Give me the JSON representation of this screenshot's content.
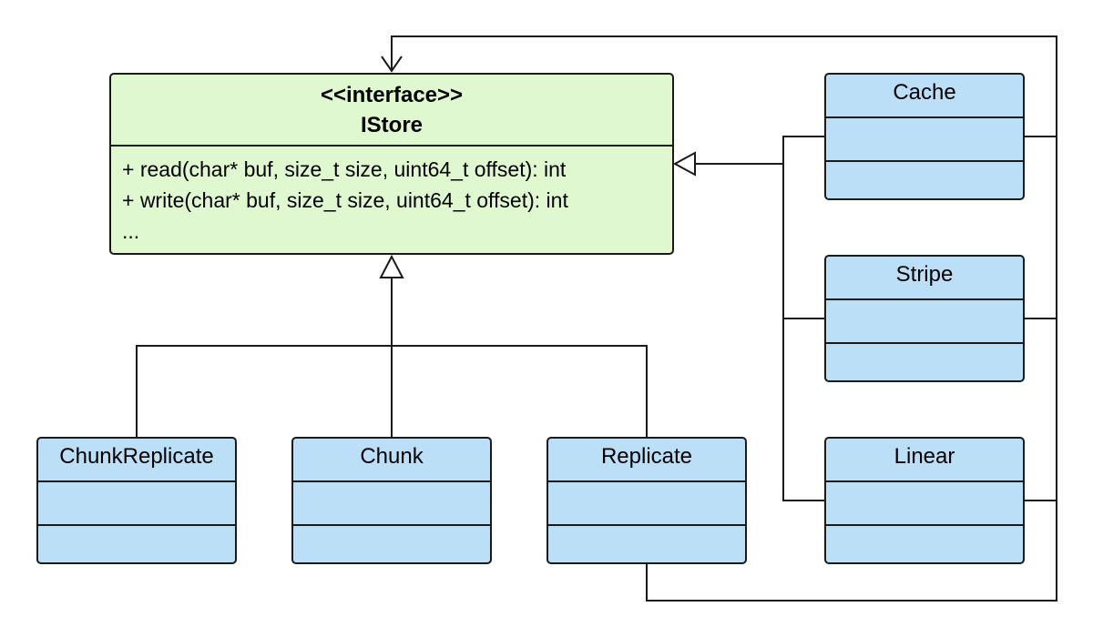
{
  "interface": {
    "stereotype": "<<interface>>",
    "name": "IStore",
    "methods": [
      "+ read(char* buf, size_t size, uint64_t offset): int",
      "+ write(char* buf, size_t size, uint64_t offset): int",
      "..."
    ]
  },
  "classes": {
    "chunk_replicate": "ChunkReplicate",
    "chunk": "Chunk",
    "replicate": "Replicate",
    "cache": "Cache",
    "stripe": "Stripe",
    "linear": "Linear"
  },
  "colors": {
    "interface_fill": "#e0f8d0",
    "class_fill": "#bcdff8",
    "stroke": "#1a1a1a"
  }
}
